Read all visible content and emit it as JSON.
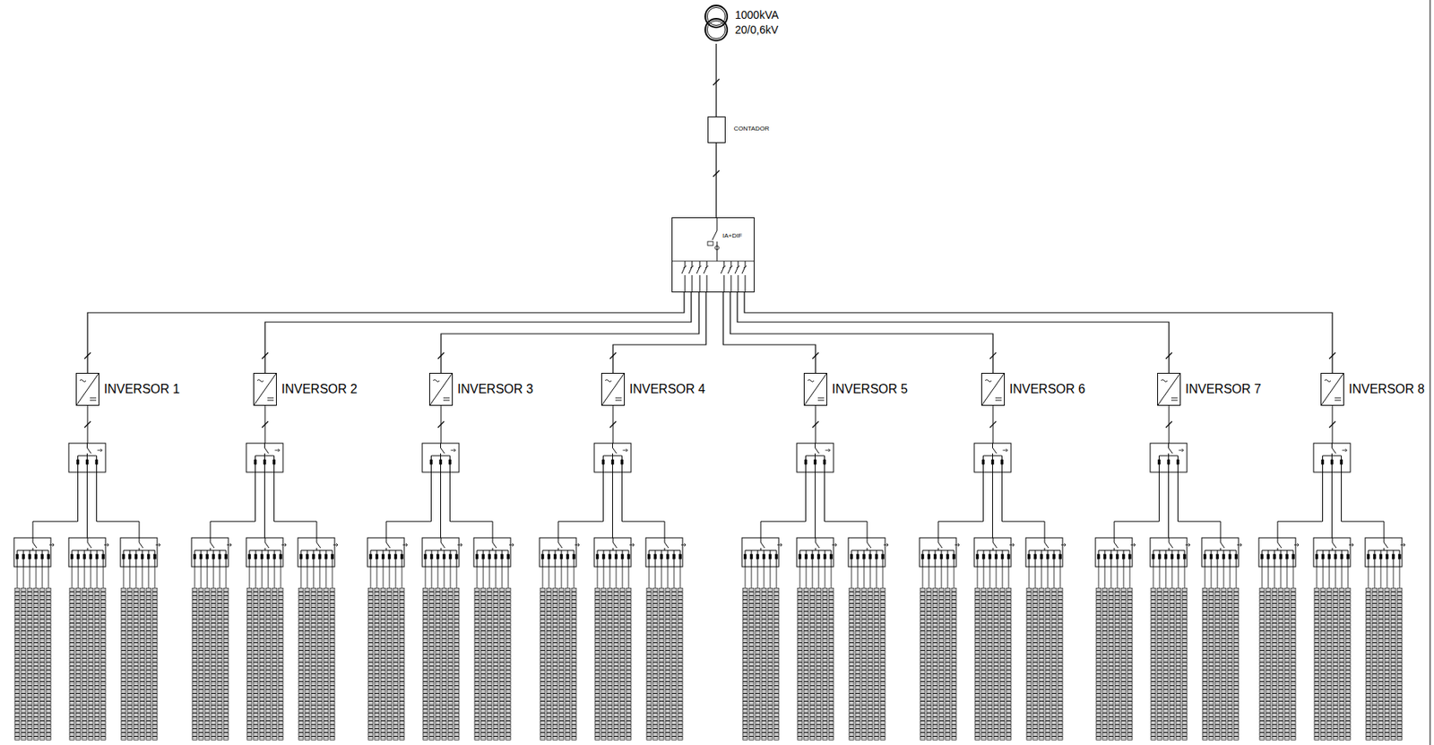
{
  "diagram": {
    "nodes": [
      {
        "text": [
          "1000kVA 20/0,6kV"
        ]
      },
      {
        "text": [
          "CONTADOR"
        ]
      },
      {
        "text": [
          "IA+DIF"
        ]
      },
      {
        "text": [
          "INVERSOR 1"
        ]
      },
      {
        "text": [
          "INVERSOR 2"
        ]
      },
      {
        "text": [
          "INVERSOR 3"
        ]
      },
      {
        "text": [
          "INVERSOR 4"
        ]
      },
      {
        "text": [
          "INVERSOR 5"
        ]
      },
      {
        "text": [
          "INVERSOR 6"
        ]
      },
      {
        "text": [
          "INVERSOR 7"
        ]
      },
      {
        "text": [
          "INVERSOR 8"
        ]
      }
    ],
    "edges": [
      {
        "from": 0,
        "to": 1,
        "arrow": "none"
      },
      {
        "from": 1,
        "to": 2,
        "arrow": "none"
      },
      {
        "from": 2,
        "to": 3,
        "arrow": "none"
      },
      {
        "from": 2,
        "to": 4,
        "arrow": "none"
      },
      {
        "from": 2,
        "to": 5,
        "arrow": "none"
      },
      {
        "from": 2,
        "to": 6,
        "arrow": "none"
      },
      {
        "from": 2,
        "to": 7,
        "arrow": "none"
      },
      {
        "from": 2,
        "to": 8,
        "arrow": "none"
      },
      {
        "from": 2,
        "to": 9,
        "arrow": "none"
      },
      {
        "from": 2,
        "to": 10,
        "arrow": "none"
      }
    ]
  }
}
